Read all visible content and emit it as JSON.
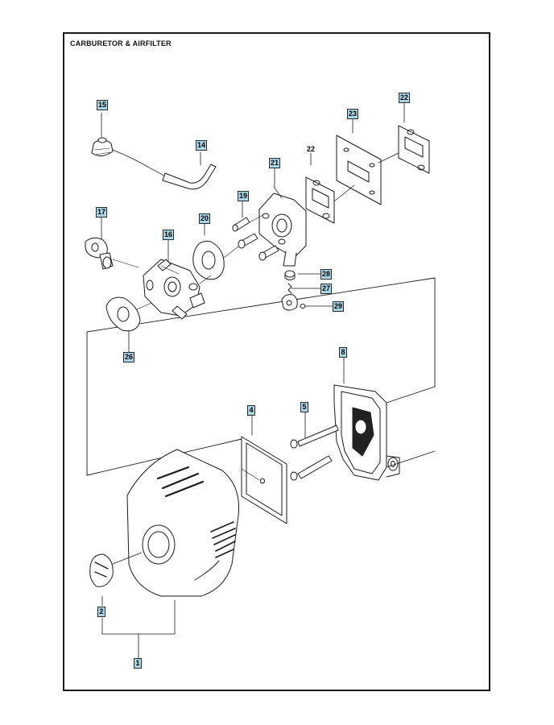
{
  "page": {
    "title": "CARBURETOR & AIRFILTER"
  },
  "callouts": [
    {
      "id": "c15",
      "label": "15",
      "boxed": true
    },
    {
      "id": "c14",
      "label": "14",
      "boxed": true
    },
    {
      "id": "c23",
      "label": "23",
      "boxed": true
    },
    {
      "id": "c22a",
      "label": "22",
      "boxed": true
    },
    {
      "id": "c22b",
      "label": "22",
      "boxed": false
    },
    {
      "id": "c21",
      "label": "21",
      "boxed": true
    },
    {
      "id": "c19",
      "label": "19",
      "boxed": true
    },
    {
      "id": "c17",
      "label": "17",
      "boxed": true
    },
    {
      "id": "c20",
      "label": "20",
      "boxed": true
    },
    {
      "id": "c16",
      "label": "16",
      "boxed": true
    },
    {
      "id": "c28",
      "label": "28",
      "boxed": true
    },
    {
      "id": "c27",
      "label": "27",
      "boxed": true
    },
    {
      "id": "c29",
      "label": "29",
      "boxed": true
    },
    {
      "id": "c26",
      "label": "26",
      "boxed": true
    },
    {
      "id": "c8",
      "label": "8",
      "boxed": true
    },
    {
      "id": "c4",
      "label": "4",
      "boxed": true
    },
    {
      "id": "c5",
      "label": "5",
      "boxed": true
    },
    {
      "id": "c2",
      "label": "2",
      "boxed": true
    },
    {
      "id": "c1",
      "label": "1",
      "boxed": true
    }
  ]
}
